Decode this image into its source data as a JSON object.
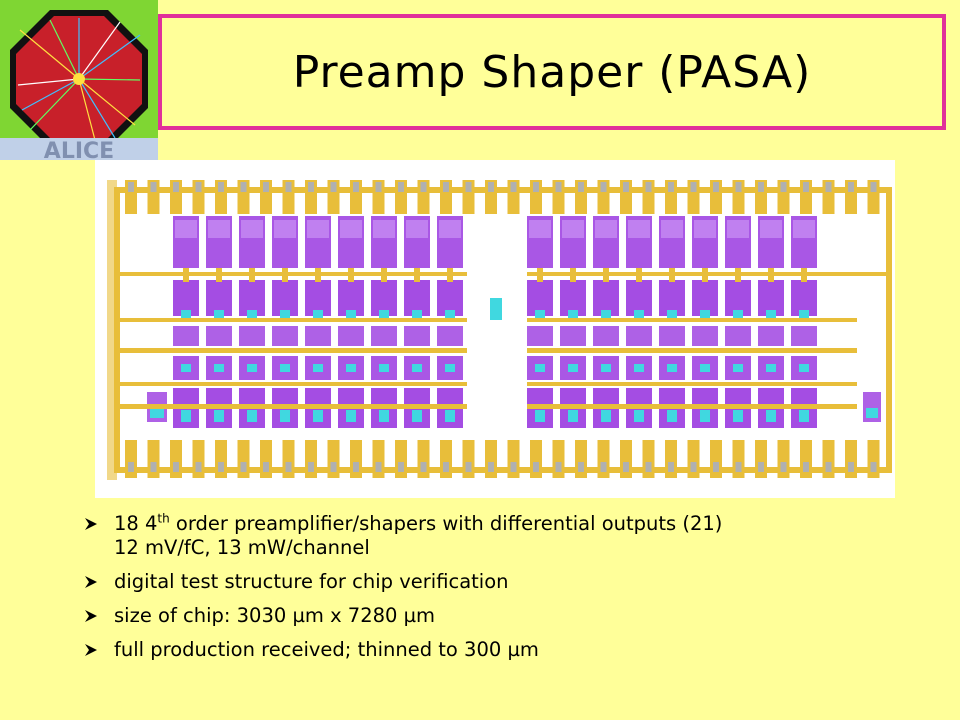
{
  "slide": {
    "title": "Preamp Shaper (PASA)",
    "logo_text": "ALICE",
    "bullets": [
      {
        "pre": "18 4",
        "sup": "th",
        "post": " order preamplifier/shapers with differential outputs (21)",
        "line2": "12 mV/fC, 13 mW/channel"
      },
      {
        "text": "digital test structure for chip verification"
      },
      {
        "text": "size of chip: 3030 µm x 7280 µm"
      },
      {
        "text": "full production received; thinned to 300 µm"
      }
    ]
  },
  "colors": {
    "background": "#FFFF99",
    "title_border": "#E0309A",
    "logo_green": "#7FD633",
    "chip_violet": "#9A3AE0",
    "chip_gold": "#E8BE3A",
    "chip_cyan": "#40D8E0"
  },
  "icons": {
    "bullet": "arrow-bullet-icon",
    "logo": "alice-logo-icon"
  }
}
